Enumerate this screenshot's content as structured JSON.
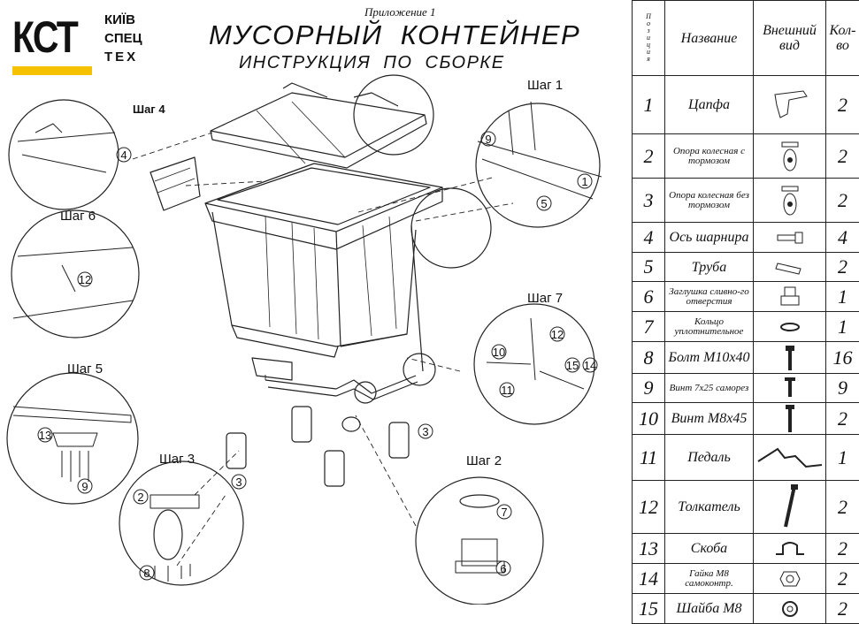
{
  "logo": {
    "kst": "КСТ",
    "line1": "КИЇВ",
    "line2": "СПЕЦ",
    "line3": "ТЕХ",
    "brand_color": "#f6c100"
  },
  "header": {
    "appendix": "Приложение 1",
    "title": "МУСОРНЫЙ  КОНТЕЙНЕР",
    "subtitle": "ИНСТРУКЦИЯ  ПО  СБОРКЕ"
  },
  "steps": {
    "step1": "Шаг 1",
    "step2": "Шаг 2",
    "step3": "Шаг 3",
    "step4": "Шаг 4",
    "step5": "Шаг 5",
    "step6": "Шаг 6",
    "step7": "Шаг 7"
  },
  "callouts": [
    "1",
    "2",
    "3",
    "4",
    "5",
    "6",
    "7",
    "8",
    "9",
    "10",
    "11",
    "12",
    "13",
    "14",
    "15"
  ],
  "table": {
    "headers": {
      "position": "Позиция",
      "name": "Название",
      "look": "Внешний вид",
      "qty": "Кол-во"
    },
    "rows": [
      {
        "num": "1",
        "name": "Цапфа",
        "qty": "2",
        "icon": "trunnion-icon"
      },
      {
        "num": "2",
        "name": "Опора колесная с тормозом",
        "qty": "2",
        "icon": "castor-brake-icon"
      },
      {
        "num": "3",
        "name": "Опора колесная без тормозом",
        "qty": "2",
        "icon": "castor-icon"
      },
      {
        "num": "4",
        "name": "Ось шарнира",
        "qty": "4",
        "icon": "hinge-axle-icon"
      },
      {
        "num": "5",
        "name": "Труба",
        "qty": "2",
        "icon": "tube-icon"
      },
      {
        "num": "6",
        "name": "Заглушка сливно-го отверстия",
        "qty": "1",
        "icon": "drain-plug-icon"
      },
      {
        "num": "7",
        "name": "Кольцо уплотнительное",
        "qty": "1",
        "icon": "o-ring-icon"
      },
      {
        "num": "8",
        "name": "Болт М10х40",
        "qty": "16",
        "icon": "bolt-icon"
      },
      {
        "num": "9",
        "name": "Винт 7х25 саморез",
        "qty": "9",
        "icon": "screw-icon"
      },
      {
        "num": "10",
        "name": "Винт М8х45",
        "qty": "2",
        "icon": "long-screw-icon"
      },
      {
        "num": "11",
        "name": "Педаль",
        "qty": "1",
        "icon": "pedal-icon"
      },
      {
        "num": "12",
        "name": "Толкатель",
        "qty": "2",
        "icon": "pusher-icon"
      },
      {
        "num": "13",
        "name": "Скоба",
        "qty": "2",
        "icon": "bracket-icon"
      },
      {
        "num": "14",
        "name": "Гайка М8 самоконтр.",
        "qty": "2",
        "icon": "lock-nut-icon"
      },
      {
        "num": "15",
        "name": "Шайба М8",
        "qty": "2",
        "icon": "washer-icon"
      }
    ]
  }
}
